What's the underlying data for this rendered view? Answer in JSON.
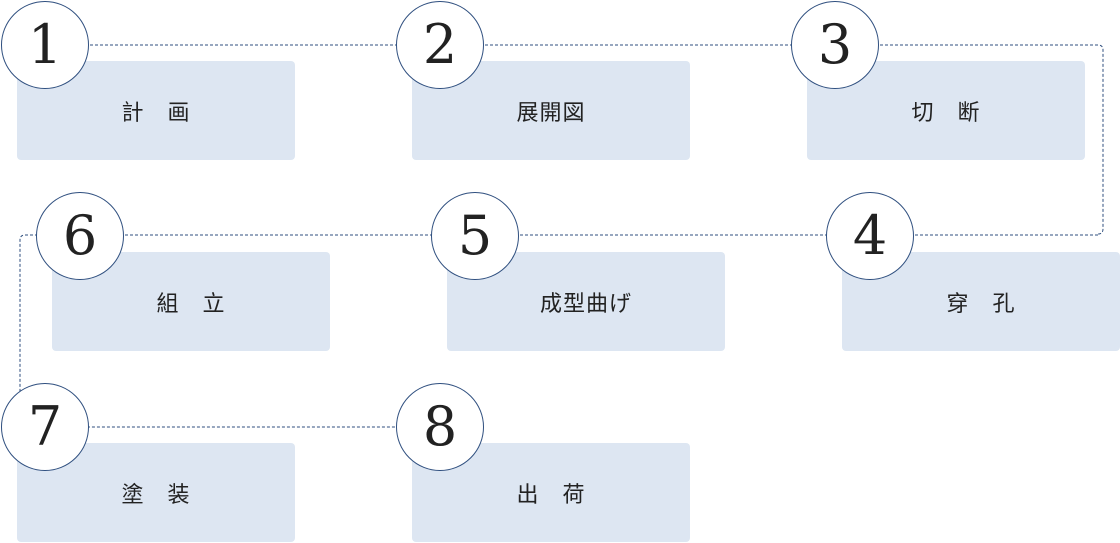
{
  "steps": [
    {
      "number": "1",
      "label": "計　画"
    },
    {
      "number": "2",
      "label": "展開図"
    },
    {
      "number": "3",
      "label": "切　断"
    },
    {
      "number": "4",
      "label": "穿　孔"
    },
    {
      "number": "5",
      "label": "成型曲げ"
    },
    {
      "number": "6",
      "label": "組　立"
    },
    {
      "number": "7",
      "label": "塗　装"
    },
    {
      "number": "8",
      "label": "出　荷"
    }
  ],
  "colors": {
    "card": "#dde6f2",
    "circle_border": "#2f4f7f",
    "line": "#2f4f7f"
  }
}
